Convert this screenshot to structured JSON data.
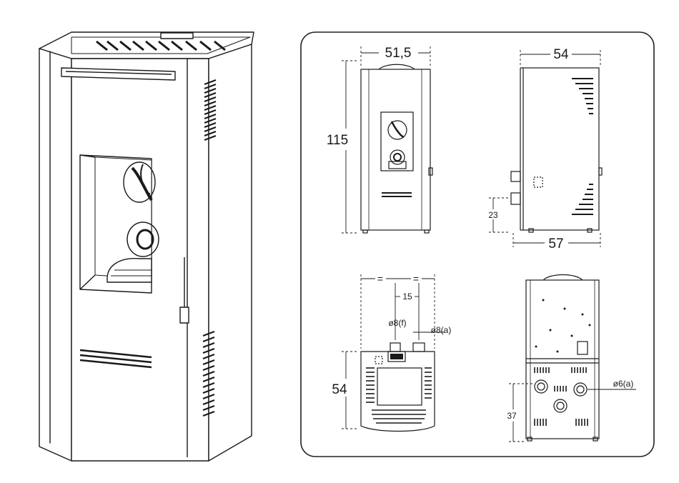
{
  "front_view": {
    "width": "51,5",
    "height": "115"
  },
  "side_view": {
    "depth_top": "54",
    "depth_bottom": "57",
    "outlet_height": "23"
  },
  "top_view": {
    "equal_left": "=",
    "equal_right": "=",
    "spacing": "15",
    "inlet_f": "ø8(f)",
    "outlet_a": "ø8(a)",
    "depth": "54"
  },
  "rear_view": {
    "outlet_a": "ø6(a)",
    "outlet_height": "37"
  },
  "colors": {
    "line": "#1a1a1a",
    "background": "#ffffff",
    "panel_border": "#222222"
  }
}
